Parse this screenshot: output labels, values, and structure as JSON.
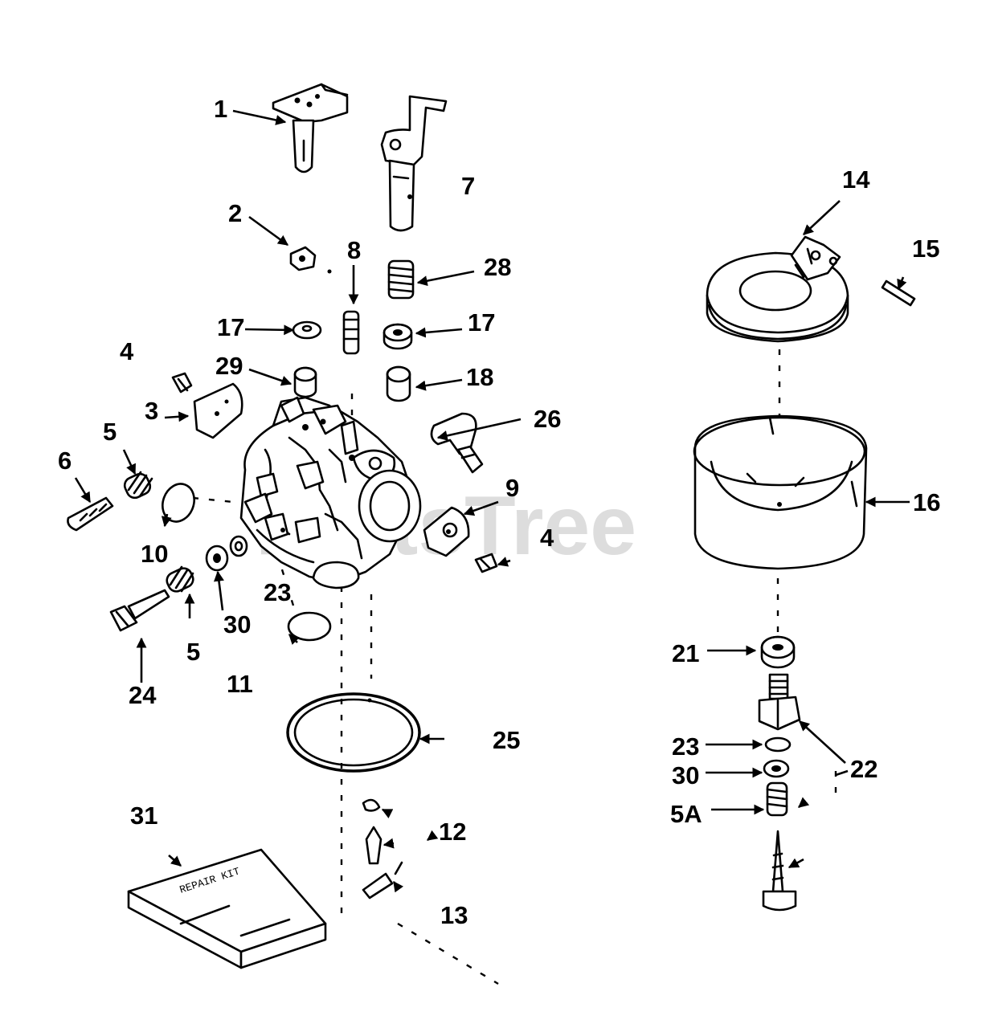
{
  "watermark": "PartsTree",
  "watermark_mark": "™",
  "kit_text": "REPAIR KIT",
  "callouts": {
    "c1": "1",
    "c2": "2",
    "c3": "3",
    "c4a": "4",
    "c4b": "4",
    "c5a": "5",
    "c5b": "5",
    "c5A": "5A",
    "c6": "6",
    "c7": "7",
    "c8": "8",
    "c9": "9",
    "c10": "10",
    "c11": "11",
    "c12": "12",
    "c13": "13",
    "c14": "14",
    "c15": "15",
    "c16": "16",
    "c17a": "17",
    "c17b": "17",
    "c18": "18",
    "c21": "21",
    "c22": "22",
    "c23a": "23",
    "c23b": "23",
    "c24": "24",
    "c25": "25",
    "c26": "26",
    "c28": "28",
    "c29": "29",
    "c30a": "30",
    "c30b": "30",
    "c31": "31"
  }
}
